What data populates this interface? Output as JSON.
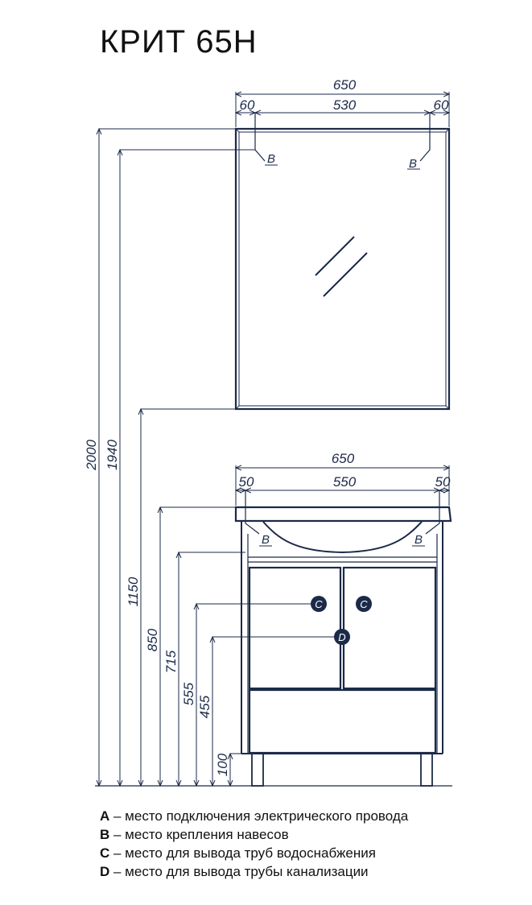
{
  "title": "КРИТ 65Н",
  "mirror": {
    "width_total": "650",
    "left_offset": "60",
    "center": "530",
    "right_offset": "60",
    "mark_left": "B",
    "mark_right": "B"
  },
  "cabinet": {
    "width_total": "650",
    "left_offset": "50",
    "center": "550",
    "right_offset": "50",
    "mark_left": "B",
    "mark_right": "B",
    "mark_c1": "C",
    "mark_c2": "C",
    "mark_d": "D"
  },
  "heights": [
    "2000",
    "1940",
    "1150",
    "850",
    "715",
    "555",
    "455",
    "100"
  ],
  "legend": [
    {
      "key": "A",
      "text": " – место подключения электрического провода"
    },
    {
      "key": "B",
      "text": " – место крепления навесов"
    },
    {
      "key": "C",
      "text": " – место для вывода труб водоснабжения"
    },
    {
      "key": "D",
      "text": " – место для вывода трубы канализации"
    }
  ],
  "colors": {
    "line": "#1b2a48",
    "marker_fill": "#1b2a48",
    "marker_text": "#ffffff"
  }
}
